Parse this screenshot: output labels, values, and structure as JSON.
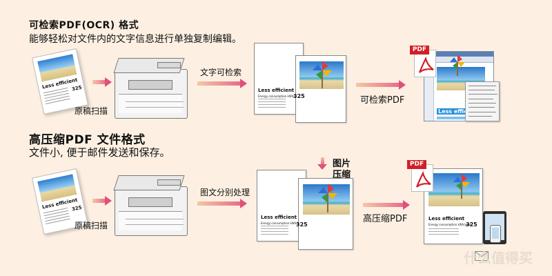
{
  "section1": {
    "title": "可检索PDF(OCR) 格式",
    "subtitle": "能够轻松对文件内的文字信息进行单独复制编辑。",
    "scan_label": "原稿扫描",
    "step_label": "文字可检索",
    "result_label": "可检索PDF"
  },
  "section2": {
    "title": "高压缩PDF 文件格式",
    "subtitle": "文件小, 便于邮件发送和保存。",
    "scan_label": "原稿扫描",
    "step_label": "图文分别处理",
    "compress_label_1": "图片",
    "compress_label_2": "压缩",
    "result_label": "高压缩PDF"
  },
  "document": {
    "headline": "Less efficient",
    "number": "325",
    "caption": "Energy consumption kWh/year"
  },
  "pdf_tag": "PDF",
  "watermark": "什么值得买",
  "colors": {
    "background": "#fdf0e2",
    "arrow_start": "#f4c7a5",
    "arrow_end": "#e0507a",
    "pdf_red": "#d21f26",
    "highlight_blue": "#2a8fd8"
  }
}
